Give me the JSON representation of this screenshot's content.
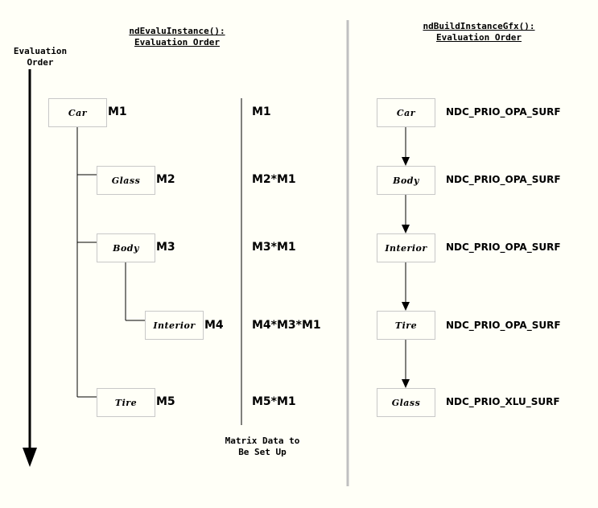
{
  "eval_axis_label": [
    "Evaluation",
    "Order"
  ],
  "left_heading": {
    "line1": "ndEvaluInstance():",
    "line2": "Evaluation Order"
  },
  "right_heading": {
    "line1": "ndBuildInstanceGfx():",
    "line2": "Evaluation Order"
  },
  "tree_nodes": [
    {
      "name": "Car",
      "matrix": "M1"
    },
    {
      "name": "Glass",
      "matrix": "M2"
    },
    {
      "name": "Body",
      "matrix": "M3"
    },
    {
      "name": "Interior",
      "matrix": "M4"
    },
    {
      "name": "Tire",
      "matrix": "M5"
    }
  ],
  "matrix_data": [
    "M1",
    "M2*M1",
    "M3*M1",
    "M4*M3*M1",
    "M5*M1"
  ],
  "matrix_caption": [
    "Matrix Data to",
    "Be Set Up"
  ],
  "gfx_nodes": [
    {
      "name": "Car",
      "priority": "NDC_PRIO_OPA_SURF"
    },
    {
      "name": "Body",
      "priority": "NDC_PRIO_OPA_SURF"
    },
    {
      "name": "Interior",
      "priority": "NDC_PRIO_OPA_SURF"
    },
    {
      "name": "Tire",
      "priority": "NDC_PRIO_OPA_SURF"
    },
    {
      "name": "Glass",
      "priority": "NDC_PRIO_XLU_SURF"
    }
  ]
}
